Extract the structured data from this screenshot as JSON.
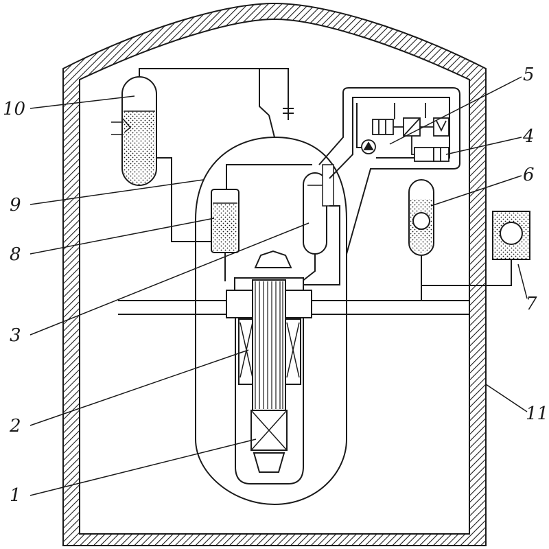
{
  "labels": {
    "l1": "1",
    "l2": "2",
    "l3": "3",
    "l4": "4",
    "l5": "5",
    "l6": "6",
    "l7": "7",
    "l8": "8",
    "l9": "9",
    "l10": "10",
    "l11": "11"
  },
  "colors": {
    "line": "#1a1a1a",
    "fill": "#ffffff"
  }
}
